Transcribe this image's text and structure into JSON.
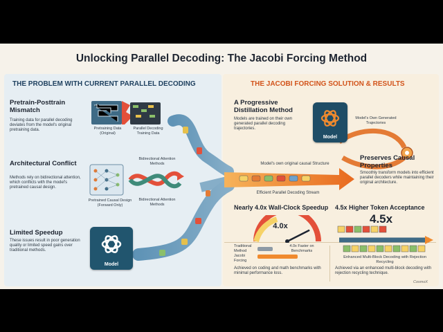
{
  "title": "Unlocking Parallel Decoding: The Jacobi Forcing Method",
  "credit": "CosmoX",
  "colors": {
    "problem_header": "#1d3f5e",
    "solution_header": "#d2531a",
    "left_bg": "#e6eef3",
    "right_bg": "#f8efdf",
    "arrow_orange": "#f08a2e"
  },
  "left": {
    "header": "THE PROBLEM WITH CURRENT PARALLEL DECODING",
    "item1": {
      "heading": "Pretrain-Posttrain Mismatch",
      "body": "Training data for parallel decoding deviates from the model's original pretraining data.",
      "label_a": "Pretraining Data (Original)",
      "label_b": "Parallel Decoding Training Data"
    },
    "item2": {
      "heading": "Architectural Conflict",
      "body": "Methods rely on bidirectional attention, which conflicts with the model's pretrained causal design.",
      "label_top": "Bidirectional Attention Methods",
      "label_bottom": "Bidirectional Attention Methods",
      "label_left": "Pretrained Causal Design (Forward Only)"
    },
    "item3": {
      "heading": "Limited Speedup",
      "body": "These issues result in poor generation quality or limited speed gains over traditional methods.",
      "model_label": "Model"
    }
  },
  "right": {
    "header": "THE JACOBI FORCING SOLUTION & RESULTS",
    "item1": {
      "heading": "A Progressive Distillation Method",
      "body": "Models are trained on their own generated parallel decoding trajectories.",
      "model_label": "Model",
      "trajectories_label": "Model's Own Generated Trajectories"
    },
    "structure_label": "Model's own original causal Structure",
    "stream_label": "Efficient Parallel Decoding Stream",
    "item2": {
      "heading": "Preserves Causal Properties",
      "body": "Smoothly transform models into efficient parallel decoders while maintaining their original architecture."
    },
    "speedup": {
      "heading": "Nearly 4.0x Wall-Clock Speedup",
      "gauge_value": "4.0x",
      "traditional": "Traditional Method",
      "jacobi": "Jacobi Forcing",
      "faster": "4.0x Faster on Benchmarks",
      "body": "Achieved on coding and math benchmarks with minimal performance loss.",
      "level": 0.85
    },
    "acceptance": {
      "heading": "4.5x Higher Token Acceptance",
      "value": "4.5x",
      "caption": "Enhanced Multi-Block Decoding with Rejection Recycling",
      "body": "Achieved via an enhanced multi-block decoding with rejection recycling technique."
    }
  }
}
